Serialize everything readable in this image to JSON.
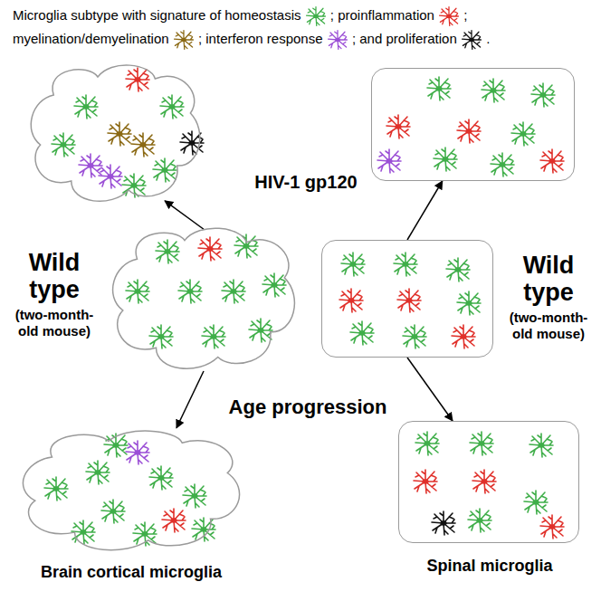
{
  "diagram": {
    "nodes": [
      {
        "text": []
      },
      {
        "text": []
      },
      {
        "text": [
          "Wild type",
          "(two-month-old mouse)"
        ]
      },
      {
        "text": [
          "Wild type",
          "(two-month-old mouse)"
        ]
      },
      {
        "text": [
          "Brain cortical microglia"
        ]
      },
      {
        "text": [
          "Spinal microglia"
        ]
      }
    ],
    "edges": [
      {
        "from": 2,
        "to": 0,
        "arrow": "to"
      },
      {
        "from": 3,
        "to": 1,
        "arrow": "to"
      },
      {
        "from": 2,
        "to": 4,
        "arrow": "to"
      },
      {
        "from": 3,
        "to": 5,
        "arrow": "to"
      }
    ],
    "labels": [
      "HIV-1 gp120",
      "Age progression",
      "."
    ],
    "legend": [
      {
        "text": "Microglia subtype with signature of homeostasis",
        "color": "#3fae49"
      },
      {
        "text": "; proinflammation",
        "color": "#e0302a"
      },
      {
        "text": "; myelination/demyelination",
        "color": "#8b6914"
      },
      {
        "text": "; interferon response",
        "color": "#9b4fd6"
      },
      {
        "text": "; and proliferation",
        "color": "#111111"
      }
    ]
  }
}
